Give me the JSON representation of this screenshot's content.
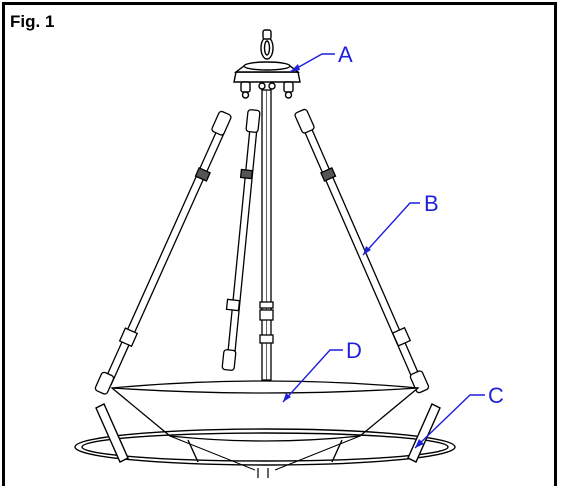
{
  "figure": {
    "label": "Fig. 1"
  },
  "callouts": {
    "a": "A",
    "b": "B",
    "c": "C",
    "d": "D"
  },
  "colors": {
    "line": "#000000",
    "callout": "#1f1fdc"
  }
}
